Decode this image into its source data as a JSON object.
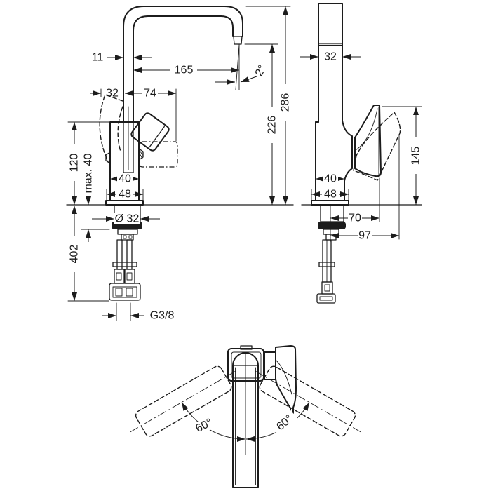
{
  "drawing": {
    "title": "single-lever basin mixer dimensional drawing",
    "line_color": "#1c1c1c",
    "background": "#ffffff",
    "front_view": {
      "spout_pipe_width": "11",
      "spout_reach": "165",
      "spout_angle": "2°",
      "handle_clearance": "32",
      "handle_length": "74",
      "body_height": "120",
      "max_mounting_thickness": "max. 40",
      "body_width": "40",
      "base_width": "48",
      "shank_diameter": "Ø 32",
      "supply_length": "402",
      "connection_thread": "G3/8",
      "outlet_height": "226",
      "total_height": "286"
    },
    "side_view": {
      "spout_depth": "32",
      "handle_height": "145",
      "body_depth": "40",
      "base_depth": "48",
      "handle_projection": "70",
      "handle_projection_open": "97"
    },
    "top_view": {
      "swivel_left": "60°",
      "swivel_right": "60°"
    }
  }
}
